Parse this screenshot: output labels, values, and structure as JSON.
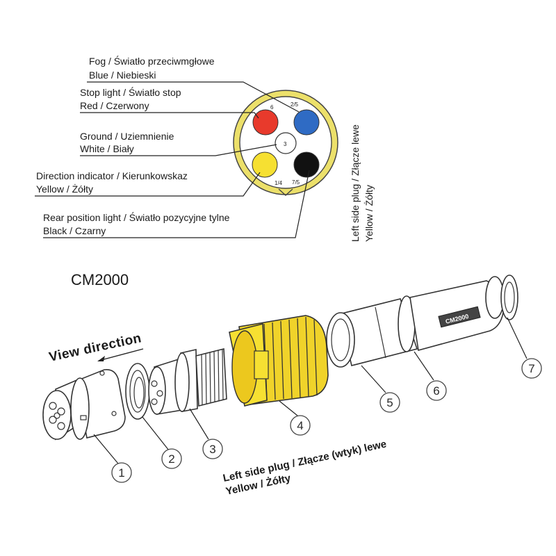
{
  "pin_legend": [
    {
      "function": "Fog / Światło przeciwmgłowe",
      "color": "Blue / Niebieski",
      "pin": "2/5"
    },
    {
      "function": "Stop light / Światło stop",
      "color": "Red / Czerwony",
      "pin": "6"
    },
    {
      "function": "Ground / Uziemnienie",
      "color": "White / Biały",
      "pin": "3"
    },
    {
      "function": "Direction indicator / Kierunkowskaz",
      "color": "Yellow / Żółty",
      "pin": "1/4"
    },
    {
      "function": "Rear position light / Światło pozycyjne tylne",
      "color": "Black / Czarny",
      "pin": "7/5"
    }
  ],
  "pin_colors": {
    "blue": "#2f6bc4",
    "red": "#e83a2c",
    "white": "#ffffff",
    "yellow": "#f6e032",
    "black": "#111111",
    "ring": "#ece06a"
  },
  "side_label": {
    "line1": "Left side plug / Złącze lewe",
    "line2": "Yellow / Żółty"
  },
  "model": "CM2000",
  "view_direction": "View direction",
  "diagram_label": {
    "line1": "Left side plug / Złącze (wtyk) lewe",
    "line2": "Yellow / Żółty"
  },
  "callouts": [
    "1",
    "2",
    "3",
    "4",
    "5",
    "6",
    "7"
  ],
  "badge_text": "CM2000"
}
